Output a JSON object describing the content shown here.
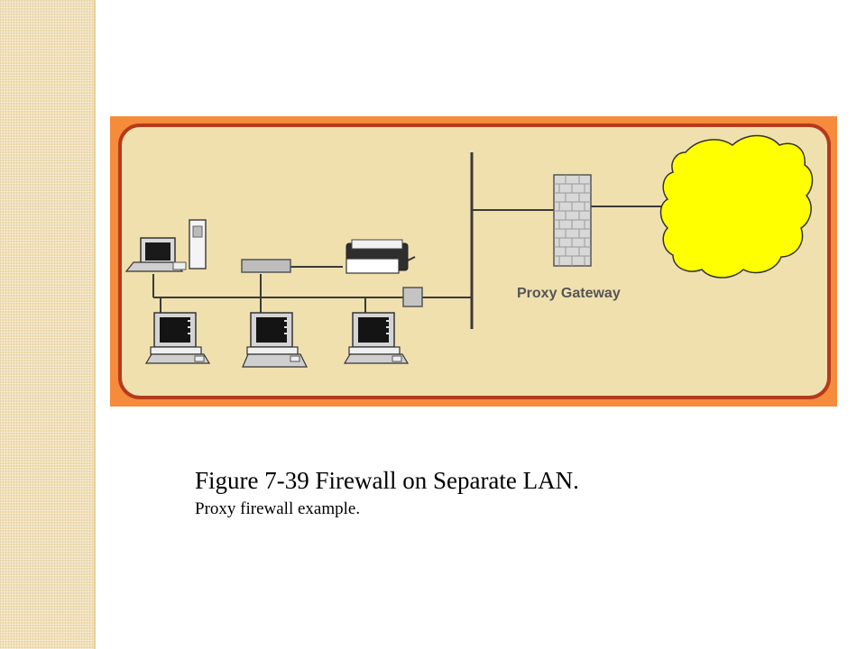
{
  "diagram": {
    "gateway_label": "Proxy Gateway"
  },
  "caption": {
    "title": "Figure 7-39  Firewall on Separate LAN.",
    "subtitle": "Proxy firewall example."
  },
  "colors": {
    "frame": "#f58b3b",
    "panel": "#f0e0ae",
    "panel_border": "#b43a1c",
    "cloud": "#ffff00",
    "wire": "#3a3a3a",
    "firewall": "#d8d8d8"
  }
}
